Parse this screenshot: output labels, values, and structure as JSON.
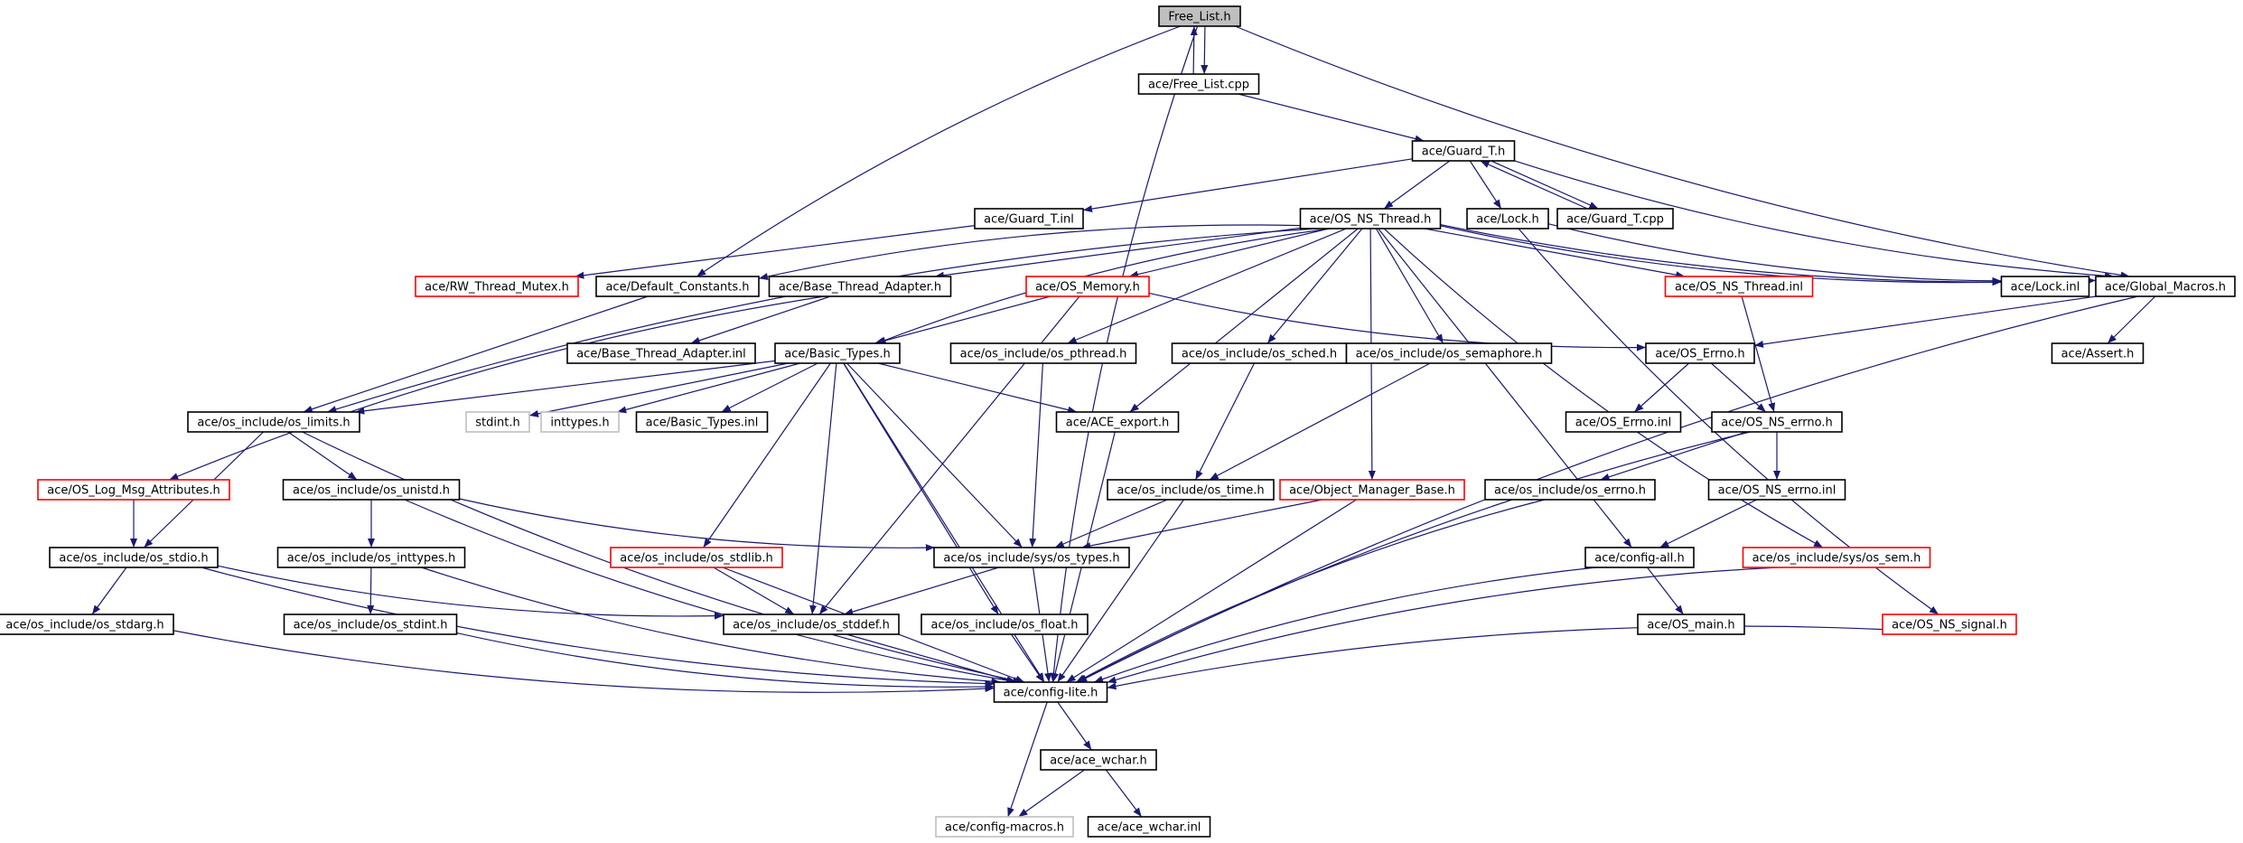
{
  "colors": {
    "edge": "#191970",
    "border_normal": "#000000",
    "border_missing": "#ff0000",
    "border_external": "#bfbfbf",
    "fill_root": "#bfbfbf",
    "fill_normal": "#ffffff"
  },
  "nodes": [
    {
      "id": "free_list_h",
      "label": "Free_List.h",
      "kind": "root"
    },
    {
      "id": "free_list_cpp",
      "label": "ace/Free_List.cpp",
      "kind": "normal"
    },
    {
      "id": "guard_t_h",
      "label": "ace/Guard_T.h",
      "kind": "normal"
    },
    {
      "id": "guard_t_inl",
      "label": "ace/Guard_T.inl",
      "kind": "normal"
    },
    {
      "id": "os_ns_thread_h",
      "label": "ace/OS_NS_Thread.h",
      "kind": "normal"
    },
    {
      "id": "lock_h",
      "label": "ace/Lock.h",
      "kind": "normal"
    },
    {
      "id": "guard_t_cpp",
      "label": "ace/Guard_T.cpp",
      "kind": "normal"
    },
    {
      "id": "rw_thread_mutex_h",
      "label": "ace/RW_Thread_Mutex.h",
      "kind": "missing"
    },
    {
      "id": "default_constants_h",
      "label": "ace/Default_Constants.h",
      "kind": "normal"
    },
    {
      "id": "base_thread_adapter_h",
      "label": "ace/Base_Thread_Adapter.h",
      "kind": "normal"
    },
    {
      "id": "os_memory_h",
      "label": "ace/OS_Memory.h",
      "kind": "missing"
    },
    {
      "id": "os_ns_thread_inl",
      "label": "ace/OS_NS_Thread.inl",
      "kind": "missing"
    },
    {
      "id": "lock_inl",
      "label": "ace/Lock.inl",
      "kind": "normal"
    },
    {
      "id": "global_macros_h",
      "label": "ace/Global_Macros.h",
      "kind": "normal"
    },
    {
      "id": "base_thread_adapter_inl",
      "label": "ace/Base_Thread_Adapter.inl",
      "kind": "normal"
    },
    {
      "id": "basic_types_h",
      "label": "ace/Basic_Types.h",
      "kind": "normal"
    },
    {
      "id": "os_pthread_h",
      "label": "ace/os_include/os_pthread.h",
      "kind": "normal"
    },
    {
      "id": "os_sched_h",
      "label": "ace/os_include/os_sched.h",
      "kind": "normal"
    },
    {
      "id": "os_semaphore_h",
      "label": "ace/os_include/os_semaphore.h",
      "kind": "normal"
    },
    {
      "id": "os_errno_h_ace",
      "label": "ace/OS_Errno.h",
      "kind": "normal"
    },
    {
      "id": "assert_h",
      "label": "ace/Assert.h",
      "kind": "normal"
    },
    {
      "id": "os_limits_h",
      "label": "ace/os_include/os_limits.h",
      "kind": "normal"
    },
    {
      "id": "stdint_h",
      "label": "stdint.h",
      "kind": "external"
    },
    {
      "id": "inttypes_h",
      "label": "inttypes.h",
      "kind": "external"
    },
    {
      "id": "basic_types_inl",
      "label": "ace/Basic_Types.inl",
      "kind": "normal"
    },
    {
      "id": "ace_export_h",
      "label": "ace/ACE_export.h",
      "kind": "normal"
    },
    {
      "id": "os_errno_inl",
      "label": "ace/OS_Errno.inl",
      "kind": "normal"
    },
    {
      "id": "os_ns_errno_h",
      "label": "ace/OS_NS_errno.h",
      "kind": "normal"
    },
    {
      "id": "os_log_msg_attributes_h",
      "label": "ace/OS_Log_Msg_Attributes.h",
      "kind": "missing"
    },
    {
      "id": "os_unistd_h",
      "label": "ace/os_include/os_unistd.h",
      "kind": "normal"
    },
    {
      "id": "os_time_h",
      "label": "ace/os_include/os_time.h",
      "kind": "normal"
    },
    {
      "id": "object_manager_base_h",
      "label": "ace/Object_Manager_Base.h",
      "kind": "missing"
    },
    {
      "id": "os_errno_h_inc",
      "label": "ace/os_include/os_errno.h",
      "kind": "normal"
    },
    {
      "id": "os_ns_errno_inl",
      "label": "ace/OS_NS_errno.inl",
      "kind": "normal"
    },
    {
      "id": "os_stdio_h",
      "label": "ace/os_include/os_stdio.h",
      "kind": "normal"
    },
    {
      "id": "os_inttypes_h",
      "label": "ace/os_include/os_inttypes.h",
      "kind": "normal"
    },
    {
      "id": "os_stdlib_h",
      "label": "ace/os_include/os_stdlib.h",
      "kind": "missing"
    },
    {
      "id": "sys_os_types_h",
      "label": "ace/os_include/sys/os_types.h",
      "kind": "normal"
    },
    {
      "id": "config_all_h",
      "label": "ace/config-all.h",
      "kind": "normal"
    },
    {
      "id": "sys_os_sem_h",
      "label": "ace/os_include/sys/os_sem.h",
      "kind": "missing"
    },
    {
      "id": "os_stdarg_h",
      "label": "ace/os_include/os_stdarg.h",
      "kind": "normal"
    },
    {
      "id": "os_stdint_h",
      "label": "ace/os_include/os_stdint.h",
      "kind": "normal"
    },
    {
      "id": "os_stddef_h",
      "label": "ace/os_include/os_stddef.h",
      "kind": "normal"
    },
    {
      "id": "os_float_h",
      "label": "ace/os_include/os_float.h",
      "kind": "normal"
    },
    {
      "id": "os_main_h",
      "label": "ace/OS_main.h",
      "kind": "normal"
    },
    {
      "id": "os_ns_signal_h",
      "label": "ace/OS_NS_signal.h",
      "kind": "missing"
    },
    {
      "id": "config_lite_h",
      "label": "ace/config-lite.h",
      "kind": "normal"
    },
    {
      "id": "ace_wchar_h",
      "label": "ace/ace_wchar.h",
      "kind": "normal"
    },
    {
      "id": "config_macros_h",
      "label": "ace/config-macros.h",
      "kind": "external"
    },
    {
      "id": "ace_wchar_inl",
      "label": "ace/ace_wchar.inl",
      "kind": "normal"
    }
  ],
  "edges": [
    [
      "free_list_h",
      "free_list_cpp"
    ],
    [
      "free_list_cpp",
      "free_list_h"
    ],
    [
      "free_list_h",
      "default_constants_h"
    ],
    [
      "free_list_h",
      "global_macros_h"
    ],
    [
      "free_list_h",
      "config_lite_h"
    ],
    [
      "free_list_cpp",
      "guard_t_h"
    ],
    [
      "guard_t_h",
      "guard_t_inl"
    ],
    [
      "guard_t_h",
      "os_ns_thread_h"
    ],
    [
      "guard_t_h",
      "lock_h"
    ],
    [
      "guard_t_h",
      "guard_t_cpp"
    ],
    [
      "guard_t_cpp",
      "guard_t_h"
    ],
    [
      "guard_t_h",
      "global_macros_h"
    ],
    [
      "guard_t_inl",
      "rw_thread_mutex_h"
    ],
    [
      "lock_h",
      "lock_inl"
    ],
    [
      "lock_h",
      "os_ns_signal_h"
    ],
    [
      "os_ns_thread_h",
      "default_constants_h"
    ],
    [
      "os_ns_thread_h",
      "base_thread_adapter_h"
    ],
    [
      "os_ns_thread_h",
      "os_memory_h"
    ],
    [
      "os_ns_thread_h",
      "os_ns_thread_inl"
    ],
    [
      "os_ns_thread_h",
      "global_macros_h"
    ],
    [
      "os_ns_thread_h",
      "lock_inl"
    ],
    [
      "os_ns_thread_h",
      "basic_types_h"
    ],
    [
      "os_ns_thread_h",
      "os_pthread_h"
    ],
    [
      "os_ns_thread_h",
      "os_sched_h"
    ],
    [
      "os_ns_thread_h",
      "os_semaphore_h"
    ],
    [
      "os_ns_thread_h",
      "ace_export_h"
    ],
    [
      "os_ns_thread_h",
      "object_manager_base_h"
    ],
    [
      "os_ns_thread_h",
      "config_all_h"
    ],
    [
      "os_ns_thread_h",
      "sys_os_sem_h"
    ],
    [
      "os_ns_thread_h",
      "os_limits_h"
    ],
    [
      "default_constants_h",
      "os_limits_h"
    ],
    [
      "base_thread_adapter_h",
      "base_thread_adapter_inl"
    ],
    [
      "base_thread_adapter_h",
      "os_log_msg_attributes_h"
    ],
    [
      "os_memory_h",
      "basic_types_h"
    ],
    [
      "os_memory_h",
      "os_errno_h_ace"
    ],
    [
      "os_memory_h",
      "os_stddef_h"
    ],
    [
      "os_ns_thread_inl",
      "os_ns_errno_h"
    ],
    [
      "global_macros_h",
      "os_errno_h_ace"
    ],
    [
      "global_macros_h",
      "assert_h"
    ],
    [
      "global_macros_h",
      "config_lite_h"
    ],
    [
      "basic_types_h",
      "os_limits_h"
    ],
    [
      "basic_types_h",
      "stdint_h"
    ],
    [
      "basic_types_h",
      "inttypes_h"
    ],
    [
      "basic_types_h",
      "basic_types_inl"
    ],
    [
      "basic_types_h",
      "ace_export_h"
    ],
    [
      "basic_types_h",
      "os_stdlib_h"
    ],
    [
      "basic_types_h",
      "sys_os_types_h"
    ],
    [
      "basic_types_h",
      "os_stddef_h"
    ],
    [
      "basic_types_h",
      "os_float_h"
    ],
    [
      "basic_types_h",
      "config_lite_h"
    ],
    [
      "os_pthread_h",
      "sys_os_types_h"
    ],
    [
      "os_sched_h",
      "os_time_h"
    ],
    [
      "os_semaphore_h",
      "os_time_h"
    ],
    [
      "os_errno_h_ace",
      "os_errno_inl"
    ],
    [
      "os_errno_h_ace",
      "os_ns_errno_h"
    ],
    [
      "os_ns_errno_h",
      "os_errno_h_inc"
    ],
    [
      "os_ns_errno_h",
      "os_ns_errno_inl"
    ],
    [
      "os_ns_errno_h",
      "config_lite_h"
    ],
    [
      "os_ns_errno_inl",
      "config_all_h"
    ],
    [
      "os_errno_h_inc",
      "config_lite_h"
    ],
    [
      "os_limits_h",
      "os_unistd_h"
    ],
    [
      "os_limits_h",
      "os_stdio_h"
    ],
    [
      "os_limits_h",
      "config_lite_h"
    ],
    [
      "os_log_msg_attributes_h",
      "os_stdio_h"
    ],
    [
      "os_unistd_h",
      "os_inttypes_h"
    ],
    [
      "os_unistd_h",
      "sys_os_types_h"
    ],
    [
      "os_unistd_h",
      "config_lite_h"
    ],
    [
      "os_inttypes_h",
      "os_stdint_h"
    ],
    [
      "os_inttypes_h",
      "config_lite_h"
    ],
    [
      "os_stdio_h",
      "os_stdarg_h"
    ],
    [
      "os_stdio_h",
      "os_stddef_h"
    ],
    [
      "os_stdio_h",
      "config_lite_h"
    ],
    [
      "os_stdarg_h",
      "config_lite_h"
    ],
    [
      "os_stdint_h",
      "config_lite_h"
    ],
    [
      "os_time_h",
      "sys_os_types_h"
    ],
    [
      "os_time_h",
      "config_lite_h"
    ],
    [
      "object_manager_base_h",
      "sys_os_types_h"
    ],
    [
      "object_manager_base_h",
      "config_lite_h"
    ],
    [
      "os_stdlib_h",
      "os_stddef_h"
    ],
    [
      "os_stdlib_h",
      "config_lite_h"
    ],
    [
      "sys_os_types_h",
      "os_stddef_h"
    ],
    [
      "sys_os_types_h",
      "config_lite_h"
    ],
    [
      "os_stddef_h",
      "config_lite_h"
    ],
    [
      "os_float_h",
      "config_lite_h"
    ],
    [
      "ace_export_h",
      "config_lite_h"
    ],
    [
      "config_all_h",
      "os_main_h"
    ],
    [
      "config_all_h",
      "config_lite_h"
    ],
    [
      "sys_os_sem_h",
      "config_lite_h"
    ],
    [
      "os_ns_signal_h",
      "config_lite_h"
    ],
    [
      "config_lite_h",
      "ace_wchar_h"
    ],
    [
      "config_lite_h",
      "config_macros_h"
    ],
    [
      "ace_wchar_h",
      "config_macros_h"
    ],
    [
      "ace_wchar_h",
      "ace_wchar_inl"
    ]
  ]
}
